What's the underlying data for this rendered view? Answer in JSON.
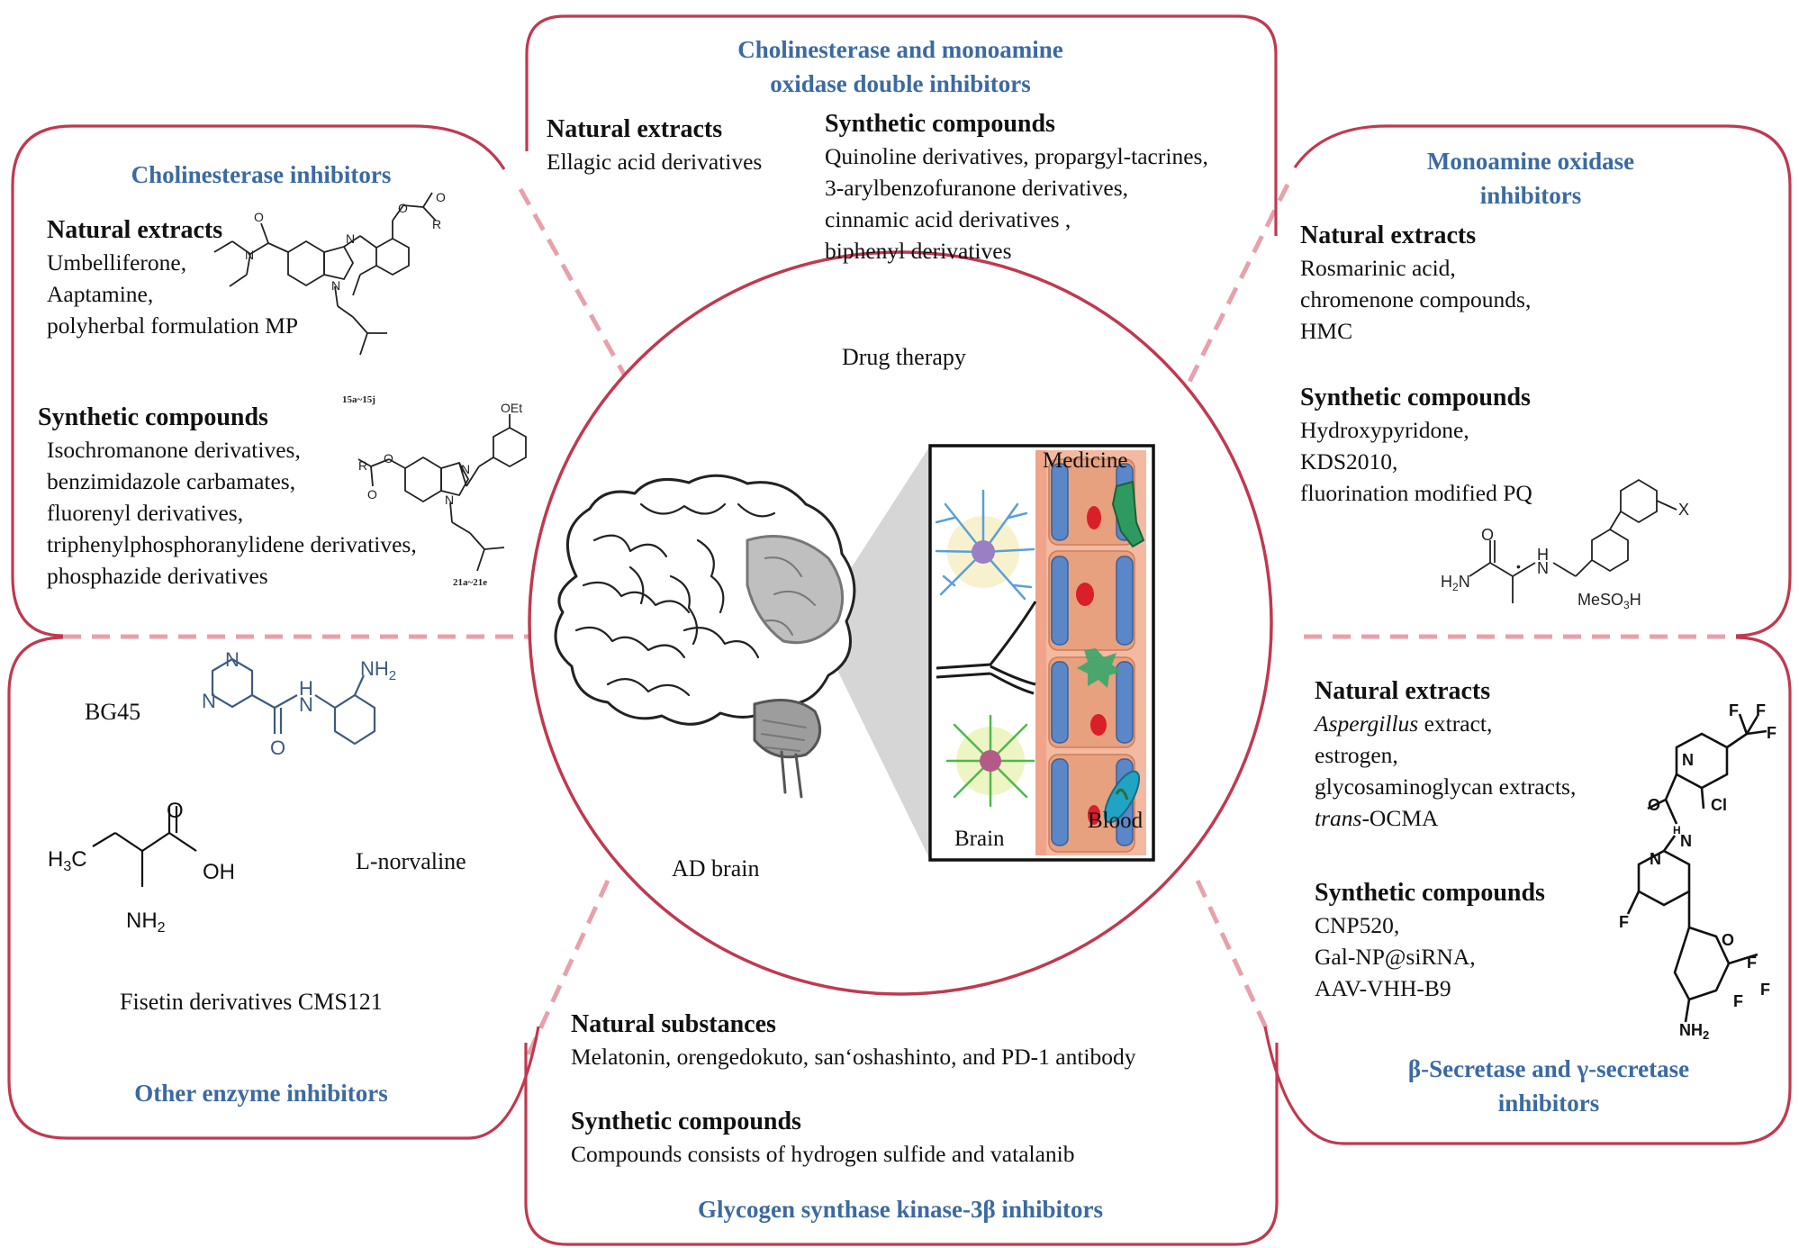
{
  "center": {
    "drug_therapy": "Drug therapy",
    "ad_brain": "AD brain",
    "inset": {
      "medicine": "Medicine",
      "brain": "Brain",
      "blood": "Blood"
    }
  },
  "top": {
    "title_l1": "Cholinesterase and monoamine",
    "title_l2": "oxidase double inhibitors",
    "natural_heading": "Natural extracts",
    "natural_items": [
      "Ellagic acid derivatives"
    ],
    "synthetic_heading": "Synthetic compounds",
    "synthetic_items": [
      "Quinoline derivatives, propargyl-tacrines,",
      "3-arylbenzofuranone derivatives,",
      "cinnamic acid derivatives ,",
      "biphenyl derivatives"
    ]
  },
  "cholinesterase": {
    "title": "Cholinesterase inhibitors",
    "natural_heading": "Natural extracts",
    "natural_items": [
      "Umbelliferone,",
      "Aaptamine,",
      "polyherbal formulation  MP"
    ],
    "synthetic_heading": "Synthetic compounds",
    "synthetic_items": [
      "Isochromanone derivatives,",
      "benzimidazole carbamates,",
      "fluorenyl derivatives,",
      "triphenylphosphoranylidene derivatives,",
      "phosphazide derivatives"
    ],
    "struct1_label": "15a~15j",
    "struct2_label": "21a~21e"
  },
  "mao": {
    "title_l1": "Monoamine oxidase",
    "title_l2": "inhibitors",
    "natural_heading": "Natural extracts",
    "natural_items": [
      "Rosmarinic acid,",
      "chromenone compounds,",
      "HMC"
    ],
    "synthetic_heading": "Synthetic compounds",
    "synthetic_items": [
      "Hydroxypyridone,",
      "KDS2010,",
      "fluorination modified PQ"
    ]
  },
  "other": {
    "title": "Other enzyme inhibitors",
    "bg45": "BG45",
    "norvaline": "L-norvaline",
    "fisetin": "Fisetin derivatives CMS121"
  },
  "secretase": {
    "title_l1": "β-Secretase and γ-secretase",
    "title_l2": "inhibitors",
    "natural_heading": "Natural extracts",
    "natural_item1_italic": "Aspergillus",
    "natural_item1_rest": " extract,",
    "natural_item2": "estrogen,",
    "natural_item3": "glycosaminoglycan extracts,",
    "natural_item4_italic": "trans",
    "natural_item4_rest": "-OCMA",
    "synthetic_heading": "Synthetic compounds",
    "synthetic_items": [
      "CNP520,",
      "Gal-NP@siRNA,",
      "AAV-VHH-B9"
    ]
  },
  "gsk": {
    "natural_heading": "Natural substances",
    "natural_items": [
      "Melatonin, orengedokuto, san‘oshashinto,  and PD-1 antibody"
    ],
    "synthetic_heading": "Synthetic compounds",
    "synthetic_items": [
      "Compounds  consists of hydrogen sulfide and vatalanib"
    ],
    "title": "Glycogen synthase kinase-3β inhibitors"
  },
  "colors": {
    "frame": "#c0394f",
    "dash": "#e8a0ab",
    "title": "#3b6aa3",
    "molecule_blue": "#3d5a80"
  }
}
